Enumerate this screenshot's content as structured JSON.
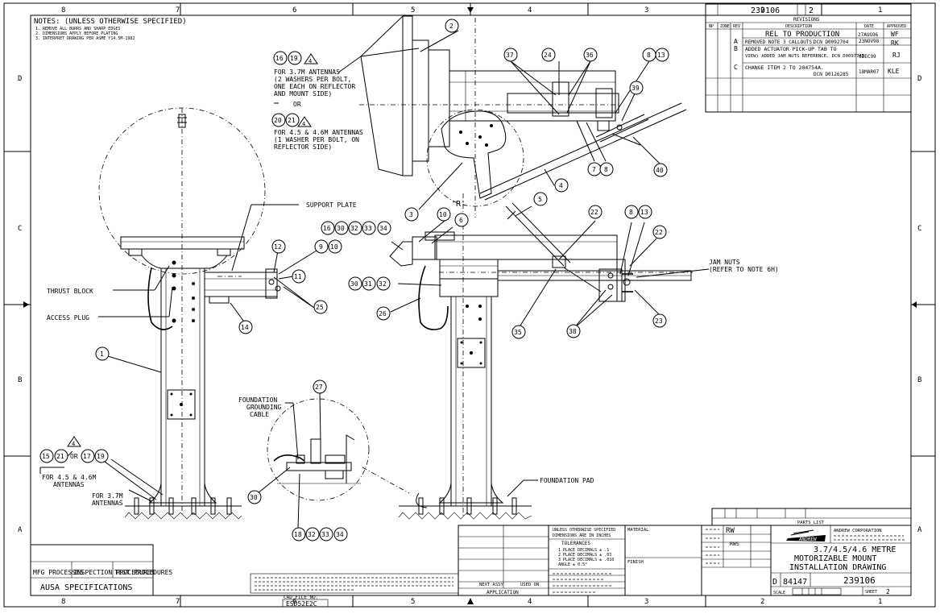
{
  "border": {
    "top_zones": [
      "8",
      "7",
      "6",
      "5",
      "4",
      "3",
      "2",
      "1"
    ],
    "bottom_zones": [
      "8",
      "7",
      "6",
      "5",
      "4",
      "3",
      "2",
      "1"
    ],
    "side_zones": [
      "D",
      "C",
      "B",
      "A"
    ]
  },
  "title_block": {
    "dwg_no_top": "239106",
    "rev_top": "2",
    "revisions_title": "REVISIONS",
    "rev_headers": [
      "NP",
      "ZONE",
      "REV",
      "DESCRIPTION",
      "DATE",
      "APPROVED"
    ],
    "revisions": [
      {
        "rev": "",
        "desc1": "REL TO PRODUCTION",
        "desc2": "",
        "date": "27AUG96",
        "appr": "WF"
      },
      {
        "rev": "A",
        "desc1": "REMOVED NOTE 3 CALLOUTS.",
        "desc2": "DCN D0092704",
        "date": "23NOV98",
        "appr": "RK"
      },
      {
        "rev": "B",
        "desc1": "ADDED ACTUATOR PICK-UP TAB TO",
        "desc2": "VIEW) ADDED JAM NUTS REFERENCE. DCN D0097743",
        "date": "6DEC99",
        "appr": "RJ"
      },
      {
        "rev": "C",
        "desc1": "CHANGE ITEM 2 TO 204754A.",
        "desc2": "DCN D0126285",
        "date": "18MAR07",
        "appr": "KLE"
      }
    ],
    "parts_list": "PARTS LIST",
    "company": "ANDREW CORPORATION",
    "logo": "ANDREW",
    "title_line1": "3.7/4.5/4.6 METRE",
    "title_line2": "MOTORIZABLE MOUNT",
    "title_line3": "INSTALLATION DRAWING",
    "size": "D",
    "fscm": "84147",
    "dwg_no": "239106",
    "sheet": "2",
    "scale_label": "SCALE",
    "sheet_label": "SHEET",
    "initials1": "RW",
    "initials2": "RWS",
    "cad_file_label": "CAD FILE NO.",
    "cad_file": "ESD52E2C",
    "next_assy": "NEXT ASSY",
    "used_on": "USED ON",
    "application": "APPLICATION",
    "tolerances": "TOLERANCES",
    "unless_noted": "UNLESS OTHERWISE SPECIFIED",
    "dims_in": "DIMENSIONS ARE IN INCHES",
    "tol1": "1 PLACE DECIMALS ± .1",
    "tol2": "2 PLACE DECIMALS ± .03",
    "tol3": "3 PLACE DECIMALS ± .010",
    "angle": "ANGLE ± 0.5°",
    "material": "MATERIAL",
    "finish": "FINISH"
  },
  "left_block": {
    "mfg": "MFG PROCESSES",
    "insp": "INSPECTION PROCEDURES",
    "test": "TEST PROCEDURES",
    "ausa": "AUSA SPECIFICATIONS"
  },
  "notes": {
    "title": "NOTES: (UNLESS OTHERWISE SPECIFIED)",
    "lines": [
      "1. REMOVE ALL BURRS AND SHARP EDGES",
      "2. DIMENSIONS APPLY BEFORE PLATING",
      "3. INTERPRET DRAWING PER ASME Y14.5M-1982"
    ]
  },
  "callouts": {
    "antenna37_l1": "FOR 3.7M ANTENNAS",
    "antenna37_l2": "(2 WASHERS PER BOLT,",
    "antenna37_l3": "ONE EACH ON REFLECTOR",
    "antenna37_l4": "AND MOUNT SIDE)",
    "or": "OR",
    "antenna45_l1": "FOR 4.5 & 4.6M ANTENNAS",
    "antenna45_l2": "(1 WASHER PER BOLT, ON",
    "antenna45_l3": "REFLECTOR SIDE)",
    "support_plate": "SUPPORT PLATE",
    "thrust_block": "THRUST BLOCK",
    "access_plug": "ACCESS PLUG",
    "found_ground_l1": "FOUNDATION",
    "found_ground_l2": "GROUNDING",
    "found_ground_l3": "CABLE",
    "foundation_pad": "FOUNDATION PAD",
    "jam_nuts_l1": "JAM NUTS",
    "jam_nuts_l2": "(REFER TO NOTE 6H)",
    "for45_l1": "FOR 4.5 & 4.6M",
    "for45_l2": "ANTENNAS",
    "for37_l1": "FOR 3.7M",
    "for37_l2": "ANTENNAS",
    "or_small": "OR",
    "view_r": "'R'",
    "note4": "4"
  },
  "balloons": {
    "b2": "2",
    "b37": "37",
    "b24": "24",
    "b36": "36",
    "b8a": "8",
    "b13a": "13",
    "b39": "39",
    "b7": "7",
    "b8b": "8",
    "b40": "40",
    "b4": "4",
    "b3": "3",
    "b5": "5",
    "b10a": "10",
    "b6": "6",
    "b22a": "22",
    "b8c": "8",
    "b13b": "13",
    "b22b": "22",
    "b23": "23",
    "b38": "38",
    "b35": "35",
    "b16a": "16",
    "b19a": "19",
    "b20": "20",
    "b21a": "21",
    "b16b": "16",
    "b30a": "30",
    "b32a": "32",
    "b33a": "33",
    "b34a": "34",
    "b12": "12",
    "b9": "9",
    "b10b": "10",
    "b11": "11",
    "b25": "25",
    "b14": "14",
    "b30b": "30",
    "b31": "31",
    "b32b": "32",
    "b26": "26",
    "b1": "1",
    "b27": "27",
    "b30c": "30",
    "b18": "18",
    "b32c": "32",
    "b33b": "33",
    "b34b": "34",
    "b15": "15",
    "b21b": "21",
    "b17": "17",
    "b19b": "19"
  }
}
